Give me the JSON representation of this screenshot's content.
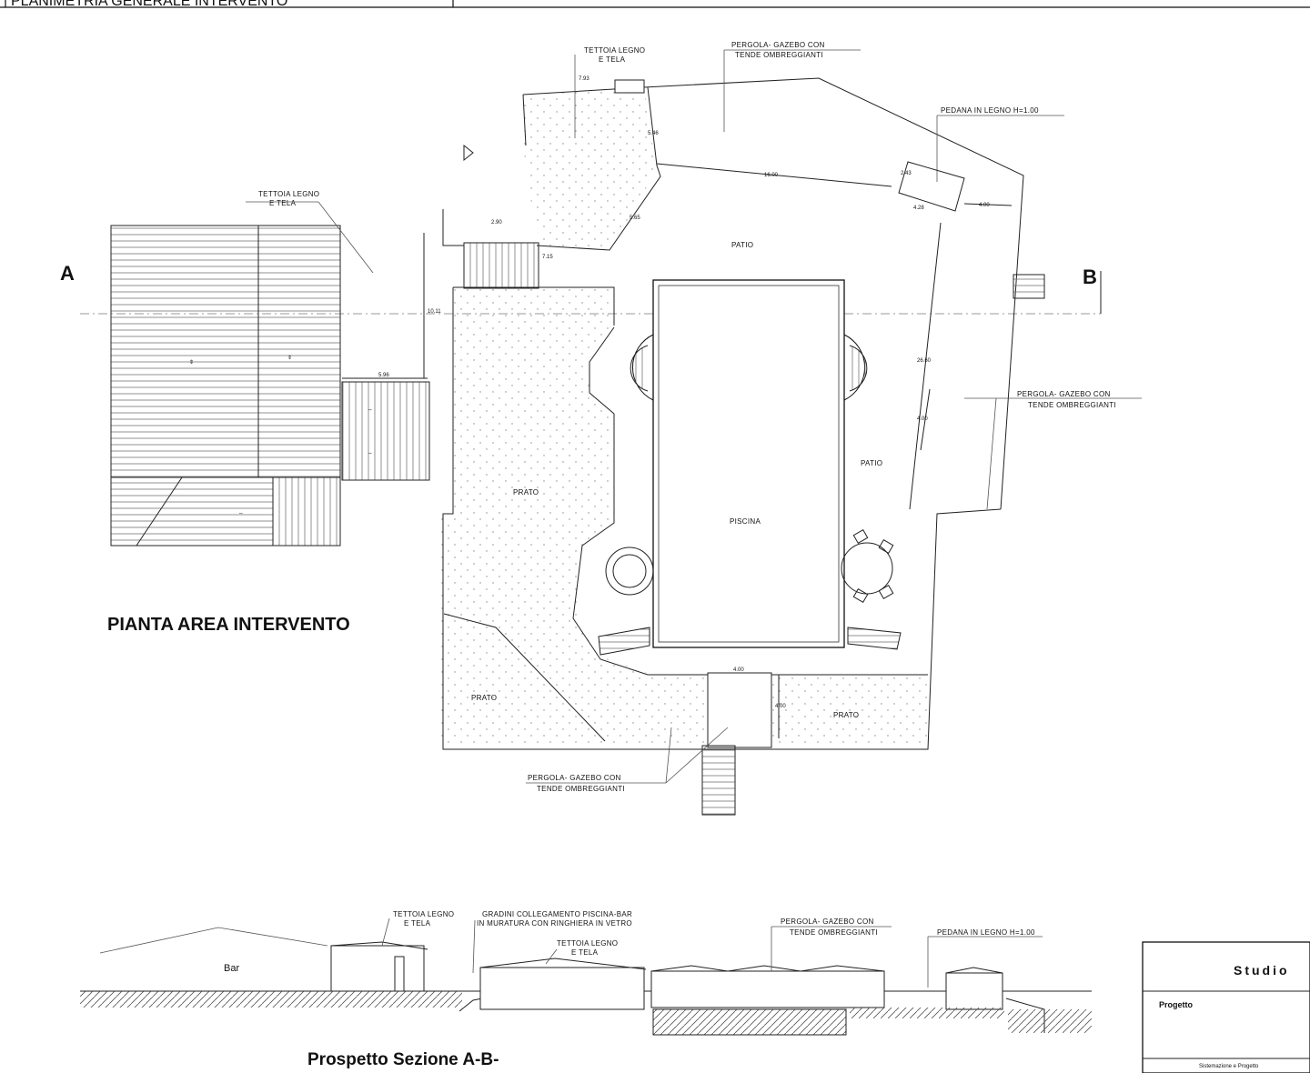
{
  "sheet": {
    "header_title": "PLANIMETRIA GENERALE  INTERVENTO",
    "plan_caption": "PIANTA AREA  INTERVENTO",
    "section_caption": "Prospetto  Sezione A-B-",
    "section_marker_a": "A",
    "section_marker_b": "B"
  },
  "plan_labels": {
    "tettoia_top_line1": "TETTOIA LEGNO",
    "tettoia_top_line2": "E TELA",
    "tettoia_left_line1": "TETTOIA LEGNO",
    "tettoia_left_line2": "E TELA",
    "pergola_top_line1": "PERGOLA- GAZEBO CON",
    "pergola_top_line2": "TENDE OMBREGGIANTI",
    "pedana": "PEDANA IN LEGNO H=1.00",
    "pergola_right_line1": "PERGOLA- GAZEBO CON",
    "pergola_right_line2": "TENDE OMBREGGIANTI",
    "pergola_bottom_line1": "PERGOLA- GAZEBO CON",
    "pergola_bottom_line2": "TENDE OMBREGGIANTI",
    "patio_top": "PATIO",
    "patio_right": "PATIO",
    "prato_left": "PRATO",
    "prato_bottom_left": "PRATO",
    "prato_bottom_right": "PRATO",
    "piscina": "PISCINA"
  },
  "dimensions": {
    "d_793": "7.93",
    "d_546": "5.46",
    "d_1600": "16.00",
    "d_565": "5.65",
    "d_715": "7.15",
    "d_290": "2.90",
    "d_1011": "10.11",
    "d_596": "5.96",
    "d_243": "2.43",
    "d_428": "4.28",
    "d_400_right": "4.00",
    "d_2660": "26.60",
    "d_400_vert": "4.00",
    "d_400_gate_h": "4.00",
    "d_400_gate_v": "4.00"
  },
  "section_labels": {
    "bar": "Bar",
    "tettoia_a_line1": "TETTOIA LEGNO",
    "tettoia_a_line2": "E TELA",
    "gradini_line1": "GRADINI COLLEGAMENTO PISCINA-BAR",
    "gradini_line2": "IN MURATURA CON RINGHIERA IN VETRO",
    "tettoia_b_line1": "TETTOIA LEGNO",
    "tettoia_b_line2": "E TELA",
    "pergola_line1": "PERGOLA- GAZEBO CON",
    "pergola_line2": "TENDE OMBREGGIANTI",
    "pedana": "PEDANA IN LEGNO H=1.00"
  },
  "title_block": {
    "studio": "Studio",
    "progetto": "Progetto",
    "footer": "Sistemazione e Progetto"
  }
}
